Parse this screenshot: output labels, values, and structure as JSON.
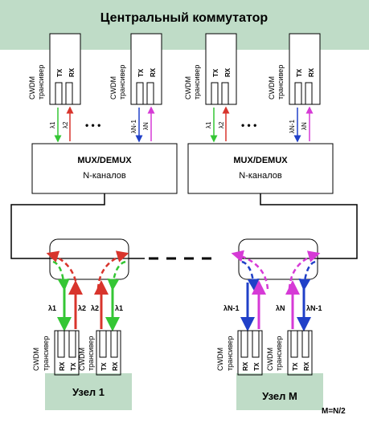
{
  "title": "Центральный коммутатор",
  "colors": {
    "switch_bg": "#bfdcc7",
    "node_bg": "#bfdcc7",
    "green": "#34c634",
    "red": "#d8342c",
    "blue": "#2040c8",
    "magenta": "#d63ad6"
  },
  "transceiver": {
    "line1": "CWDM",
    "line2": "трансивер",
    "tx": "TX",
    "rx": "RX"
  },
  "ellipsis": "• • •",
  "mux": {
    "title": "MUX/DEMUX",
    "subtitle": "N-каналов"
  },
  "lambdas": {
    "l1": "λ1",
    "l2": "λ2",
    "lN1": "λN-1",
    "lN": "λN"
  },
  "nodes": {
    "node1": "Узел 1",
    "nodeM": "Узел M"
  },
  "note": "M=N/2"
}
